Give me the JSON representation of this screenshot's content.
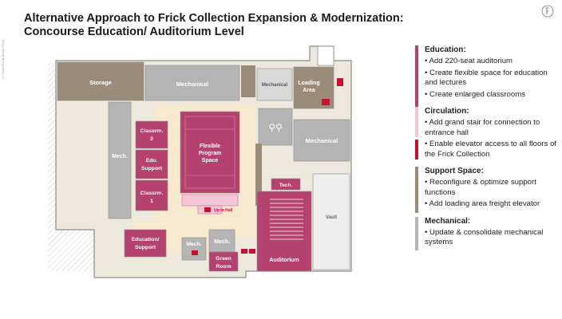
{
  "title_line1": "Alternative Approach to Frick Collection Expansion & Modernization:",
  "title_line2": "Concourse Education/ Auditorium Level",
  "credit": "© Davis Brody Bond / Frick",
  "colors": {
    "education": "#b5416f",
    "circulation_light": "#f3c6d8",
    "circulation_red": "#c8102e",
    "support": "#9a8c78",
    "mechanical": "#b4b4b4",
    "corridor": "#f7e9cf"
  },
  "plan": {
    "rooms": {
      "storage": "Storage",
      "mechanical_top": "Mechanical",
      "mechanical_small": "Mechanical",
      "loading_line1": "Loading",
      "loading_line2": "Area",
      "mechanical_right": "Mechanical",
      "mech_left": "Mech.",
      "classrm2_line1": "Classrm.",
      "classrm2_line2": "2",
      "edu_line1": "Edu.",
      "edu_line2": "Support",
      "classrm1_line1": "Classrm.",
      "classrm1_line2": "1",
      "flex_line1": "Flexible",
      "flex_line2": "Program",
      "flex_line3": "Space",
      "up_to_hall": "Up to Hall",
      "tech": "Tech.",
      "vault": "Vault",
      "edusup_line1": "Education/",
      "edusup_line2": "Support",
      "mech_a": "Mech.",
      "mech_b": "Mech.",
      "green_line1": "Green",
      "green_line2": "Room",
      "auditorium": "Auditorium"
    }
  },
  "legend": {
    "education": {
      "heading": "Education:",
      "items": [
        "• Add 220-seat auditorium",
        "• Create flexible space for education and lectures",
        "• Create enlarged classrooms"
      ]
    },
    "circulation": {
      "heading": "Circulation:",
      "items": [
        "• Add grand stair for connection to entrance hall",
        "• Enable elevator access to all floors of the Frick Collection"
      ]
    },
    "support": {
      "heading": "Support Space:",
      "items": [
        "• Reconfigure & optimize support functions",
        "• Add loading area freight elevator"
      ]
    },
    "mechanical": {
      "heading": "Mechanical:",
      "items": [
        "• Update & consolidate mechanical systems"
      ]
    }
  }
}
